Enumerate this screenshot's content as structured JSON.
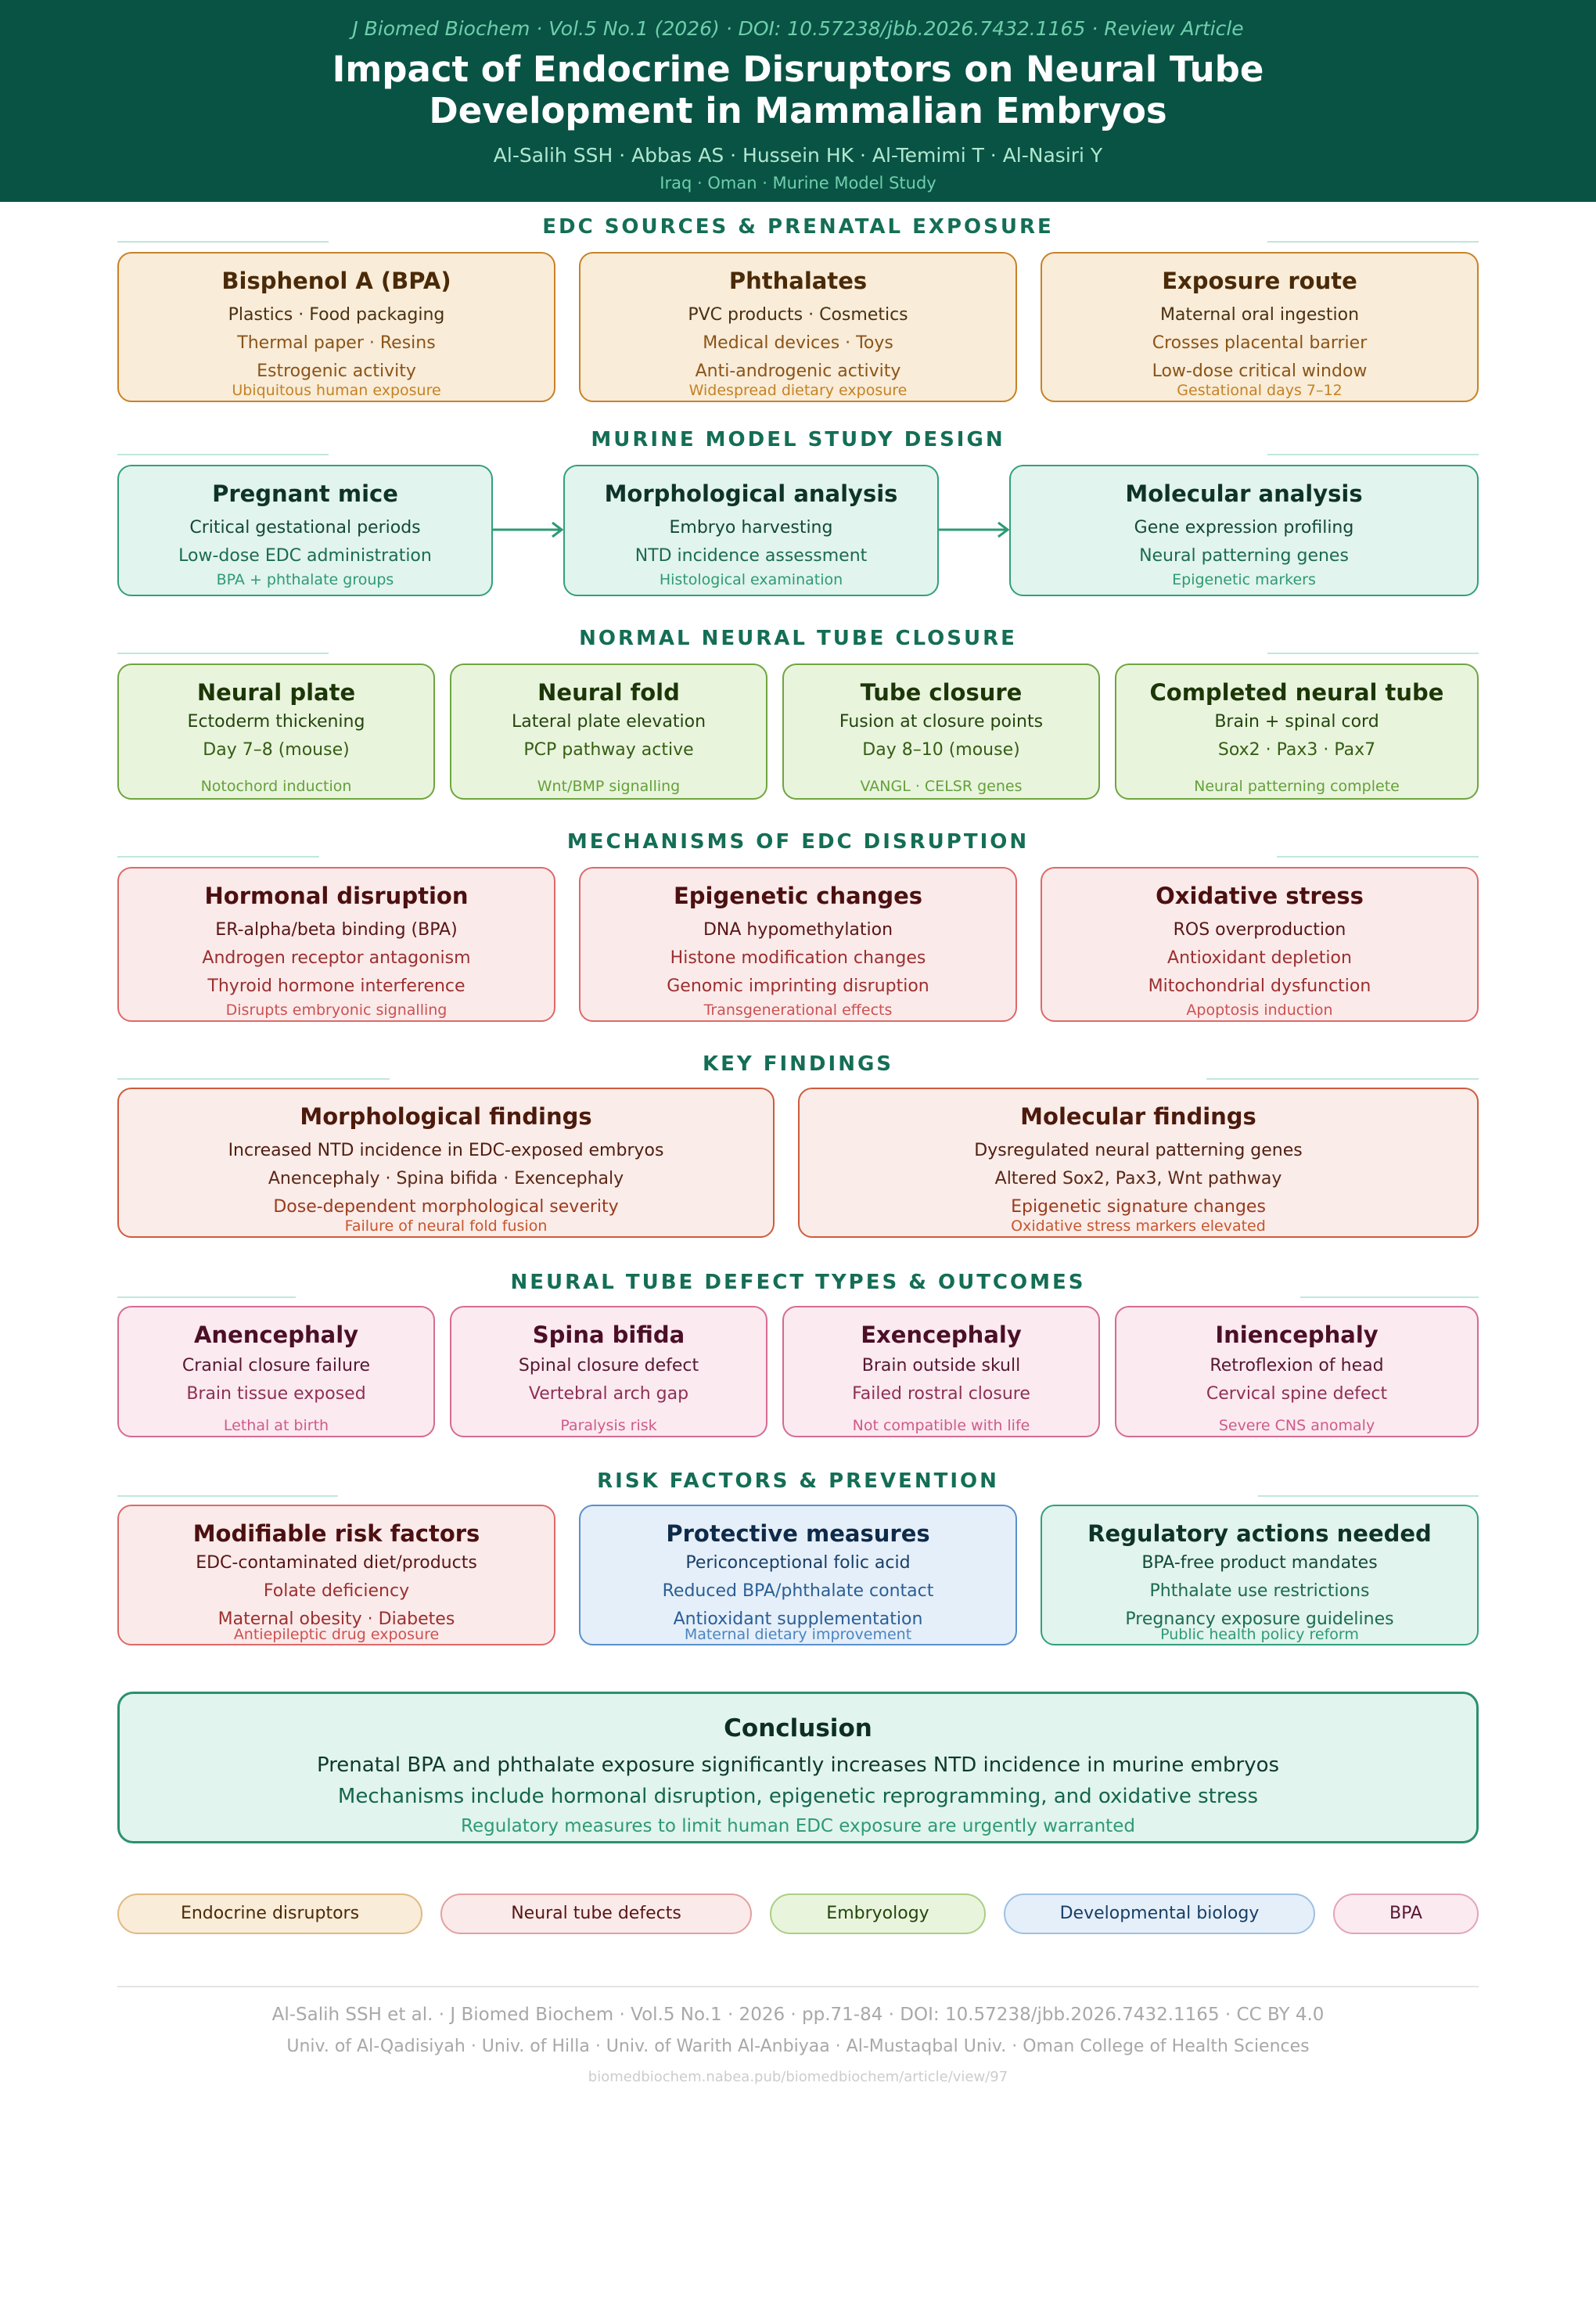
{
  "header": {
    "journal_line": "J Biomed Biochem · Vol.5 No.1 (2026) · DOI: 10.57238/jbb.2026.7432.1165 · Review Article",
    "title_line1": "Impact of Endocrine Disruptors on Neural Tube",
    "title_line2": "Development in Mammalian Embryos",
    "authors": "Al-Salih SSH · Abbas AS · Hussein HK · Al-Temimi T · Al-Nasiri Y",
    "affiliation": "Iraq · Oman · Murine Model Study"
  },
  "sections": {
    "s1": {
      "title": "EDC SOURCES & PRENATAL EXPOSURE",
      "boxes": [
        {
          "title": "Bisphenol A (BPA)",
          "lines": [
            "Plastics · Food packaging",
            "Thermal paper · Resins",
            "Estrogenic activity"
          ],
          "note": "Ubiquitous human exposure"
        },
        {
          "title": "Phthalates",
          "lines": [
            "PVC products · Cosmetics",
            "Medical devices · Toys",
            "Anti-androgenic activity"
          ],
          "note": "Widespread dietary exposure"
        },
        {
          "title": "Exposure route",
          "lines": [
            "Maternal oral ingestion",
            "Crosses placental barrier",
            "Low-dose critical window"
          ],
          "note": "Gestational days 7–12"
        }
      ]
    },
    "s2": {
      "title": "MURINE MODEL STUDY DESIGN",
      "boxes": [
        {
          "title": "Pregnant mice",
          "lines": [
            "Critical gestational periods",
            "Low-dose EDC administration"
          ],
          "note": "BPA + phthalate groups"
        },
        {
          "title": "Morphological analysis",
          "lines": [
            "Embryo harvesting",
            "NTD incidence assessment"
          ],
          "note": "Histological examination"
        },
        {
          "title": "Molecular analysis",
          "lines": [
            "Gene expression profiling",
            "Neural patterning genes"
          ],
          "note": "Epigenetic markers"
        }
      ]
    },
    "s3": {
      "title": "NORMAL NEURAL TUBE CLOSURE",
      "boxes": [
        {
          "title": "Neural plate",
          "lines": [
            "Ectoderm thickening",
            "Day 7–8 (mouse)"
          ],
          "note": "Notochord induction"
        },
        {
          "title": "Neural fold",
          "lines": [
            "Lateral plate elevation",
            "PCP pathway active"
          ],
          "note": "Wnt/BMP signalling"
        },
        {
          "title": "Tube closure",
          "lines": [
            "Fusion at closure points",
            "Day 8–10 (mouse)"
          ],
          "note": "VANGL · CELSR genes"
        },
        {
          "title": "Completed neural tube",
          "lines": [
            "Brain + spinal cord",
            "Sox2 · Pax3 · Pax7"
          ],
          "note": "Neural patterning complete"
        }
      ]
    },
    "s4": {
      "title": "MECHANISMS OF EDC DISRUPTION",
      "boxes": [
        {
          "title": "Hormonal disruption",
          "lines": [
            "ER-alpha/beta binding (BPA)",
            "Androgen receptor antagonism",
            "Thyroid hormone interference"
          ],
          "note": "Disrupts embryonic signalling"
        },
        {
          "title": "Epigenetic changes",
          "lines": [
            "DNA hypomethylation",
            "Histone modification changes",
            "Genomic imprinting disruption"
          ],
          "note": "Transgenerational effects"
        },
        {
          "title": "Oxidative stress",
          "lines": [
            "ROS overproduction",
            "Antioxidant depletion",
            "Mitochondrial dysfunction"
          ],
          "note": "Apoptosis induction"
        }
      ]
    },
    "s5": {
      "title": "KEY FINDINGS",
      "boxes": [
        {
          "title": "Morphological findings",
          "lines": [
            "Increased NTD incidence in EDC-exposed embryos",
            "Anencephaly · Spina bifida · Exencephaly",
            "Dose-dependent morphological severity"
          ],
          "note": "Failure of neural fold fusion"
        },
        {
          "title": "Molecular findings",
          "lines": [
            "Dysregulated neural patterning genes",
            "Altered Sox2, Pax3, Wnt pathway",
            "Epigenetic signature changes"
          ],
          "note": "Oxidative stress markers elevated"
        }
      ]
    },
    "s6": {
      "title": "NEURAL TUBE DEFECT TYPES & OUTCOMES",
      "boxes": [
        {
          "title": "Anencephaly",
          "lines": [
            "Cranial closure failure",
            "Brain tissue exposed"
          ],
          "note": "Lethal at birth"
        },
        {
          "title": "Spina bifida",
          "lines": [
            "Spinal closure defect",
            "Vertebral arch gap"
          ],
          "note": "Paralysis risk"
        },
        {
          "title": "Exencephaly",
          "lines": [
            "Brain outside skull",
            "Failed rostral closure"
          ],
          "note": "Not compatible with life"
        },
        {
          "title": "Iniencephaly",
          "lines": [
            "Retroflexion of head",
            "Cervical spine defect"
          ],
          "note": "Severe CNS anomaly"
        }
      ]
    },
    "s7": {
      "title": "RISK FACTORS & PREVENTION",
      "boxes": [
        {
          "title": "Modifiable risk factors",
          "lines": [
            "EDC-contaminated diet/products",
            "Folate deficiency",
            "Maternal obesity · Diabetes"
          ],
          "note": "Antiepileptic drug exposure"
        },
        {
          "title": "Protective measures",
          "lines": [
            "Periconceptional folic acid",
            "Reduced BPA/phthalate contact",
            "Antioxidant supplementation"
          ],
          "note": "Maternal dietary improvement"
        },
        {
          "title": "Regulatory actions needed",
          "lines": [
            "BPA-free product mandates",
            "Phthalate use restrictions",
            "Pregnancy exposure guidelines"
          ],
          "note": "Public health policy reform"
        }
      ]
    }
  },
  "conclusion": {
    "title": "Conclusion",
    "line1": "Prenatal BPA and phthalate exposure significantly increases NTD incidence in murine embryos",
    "line2": "Mechanisms include hormonal disruption, epigenetic reprogramming, and oxidative stress",
    "line3": "Regulatory measures to limit human EDC exposure are urgently warranted"
  },
  "keywords": [
    "Endocrine disruptors",
    "Neural tube defects",
    "Embryology",
    "Developmental biology",
    "BPA"
  ],
  "footer": {
    "citation": "Al-Salih SSH et al. · J Biomed Biochem · Vol.5 No.1 · 2026 · pp.71-84 · DOI: 10.57238/jbb.2026.7432.1165 · CC BY 4.0",
    "institutions": "Univ. of Al-Qadisiyah · Univ. of Hilla · Univ. of Warith Al-Anbiyaa · Al-Mustaqbal Univ. · Oman College of Health Sciences",
    "url": "biomedbiochem.nabea.pub/biomedbiochem/article/view/97"
  },
  "colors": {
    "header_bg": "#095345",
    "section_title": "#146e55",
    "sources": "#c88228",
    "design": "#33a07a",
    "closure": "#6fa53f",
    "mechanisms": "#dc6a6a",
    "findings": "#cf5c3c",
    "defects": "#d56b93",
    "protective": "#5990cc"
  }
}
